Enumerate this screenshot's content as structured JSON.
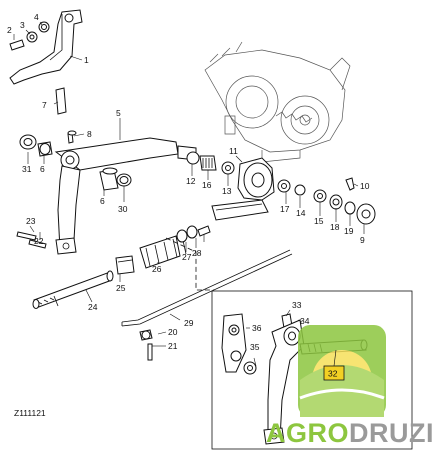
{
  "diagram": {
    "code": "Z111121",
    "callouts": [
      "1",
      "2",
      "3",
      "4",
      "5",
      "6",
      "6",
      "7",
      "8",
      "9",
      "10",
      "11",
      "12",
      "13",
      "14",
      "15",
      "16",
      "17",
      "18",
      "19",
      "20",
      "21",
      "22",
      "23",
      "24",
      "25",
      "26",
      "27",
      "28",
      "29",
      "30",
      "31",
      "32",
      "33",
      "34",
      "35",
      "36"
    ],
    "highlighted_callout": "32"
  },
  "watermark": {
    "brand_left": "AGRO",
    "brand_right": "DRUZI"
  },
  "colors": {
    "line": "#111111",
    "highlight": "#f2d024",
    "brand_green": "#8dc63f",
    "brand_gray": "#9a9a9a"
  }
}
